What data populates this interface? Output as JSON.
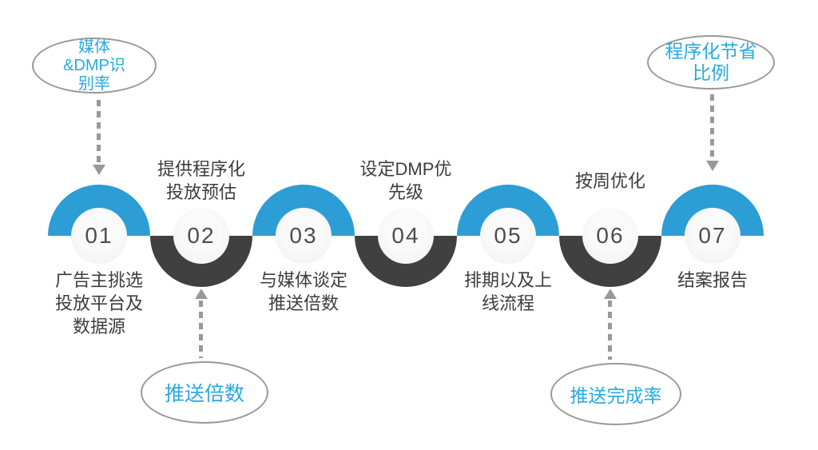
{
  "colors": {
    "blue": "#2D9DD5",
    "dark": "#404040",
    "circle-bg": "#F2F2F2",
    "num-color": "#4D4D4D",
    "label-color": "#3D3D3D",
    "callout-border": "#999999",
    "accent-text": "#29A9E0",
    "arrow": "#999999"
  },
  "steps": [
    {
      "number": "01",
      "label": "广告主挑选\n投放平台及\n数据源"
    },
    {
      "number": "02",
      "label": "提供程序化\n投放预估"
    },
    {
      "number": "03",
      "label": "与媒体谈定\n推送倍数"
    },
    {
      "number": "04",
      "label": "设定DMP优\n先级"
    },
    {
      "number": "05",
      "label": "排期以及上\n线流程"
    },
    {
      "number": "06",
      "label": "按周优化"
    },
    {
      "number": "07",
      "label": "结案报告"
    }
  ],
  "callouts": {
    "media_dmp_rate": {
      "text": "媒体\n&DMP识\n别率"
    },
    "push_multiple": {
      "text": "推送倍数"
    },
    "push_completion_rate": {
      "text": "推送完成率"
    },
    "programmatic_saving_ratio": {
      "text": "程序化节省\n比例"
    }
  }
}
